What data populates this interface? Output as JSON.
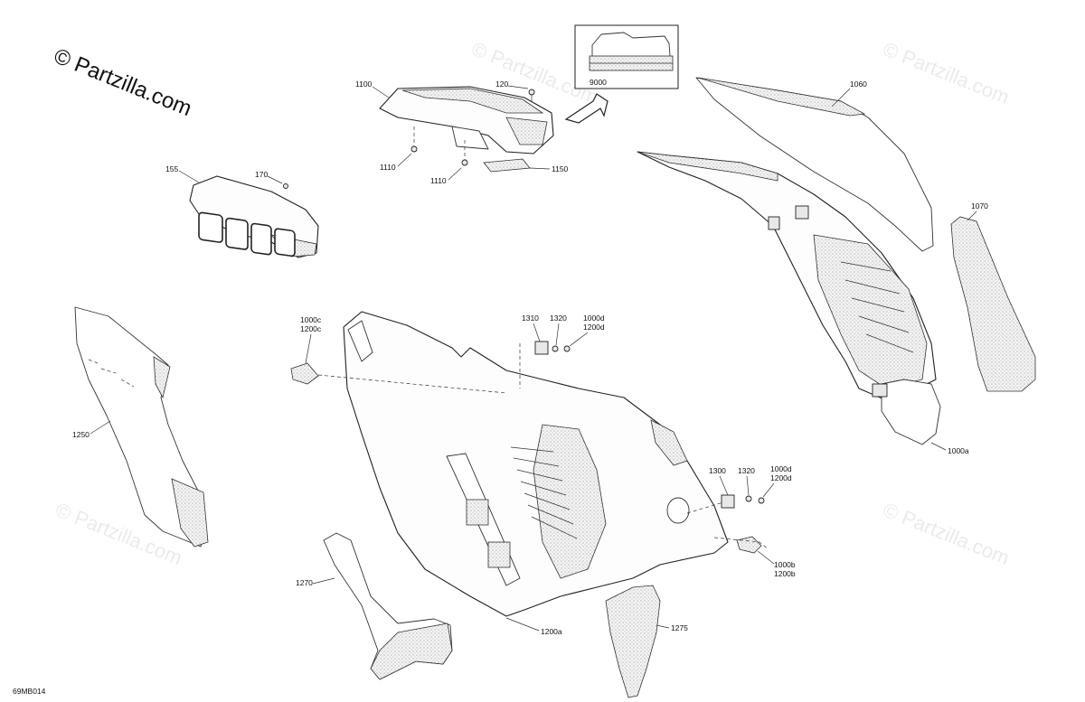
{
  "copyright": "© Partzilla.com",
  "watermark": "© Partzilla.com",
  "figure_code": "69MB014",
  "callouts": {
    "c1100": "1100",
    "c120": "120",
    "c9000": "9000",
    "c1060": "1060",
    "c1110a": "1110",
    "c1110b": "1110",
    "c1150": "1150",
    "c155": "155",
    "c170": "170",
    "c1070": "1070",
    "c1250": "1250",
    "c1000c": "1000c",
    "c1200c": "1200c",
    "c1310": "1310",
    "c1320a": "1320",
    "c1000d_a": "1000d",
    "c1200d_a": "1200d",
    "c1000a": "1000a",
    "c1300": "1300",
    "c1320b": "1320",
    "c1000d_b": "1000d",
    "c1200d_b": "1200d",
    "c1000b": "1000b",
    "c1200b": "1200b",
    "c1270": "1270",
    "c1275": "1275",
    "c1200a": "1200a"
  }
}
